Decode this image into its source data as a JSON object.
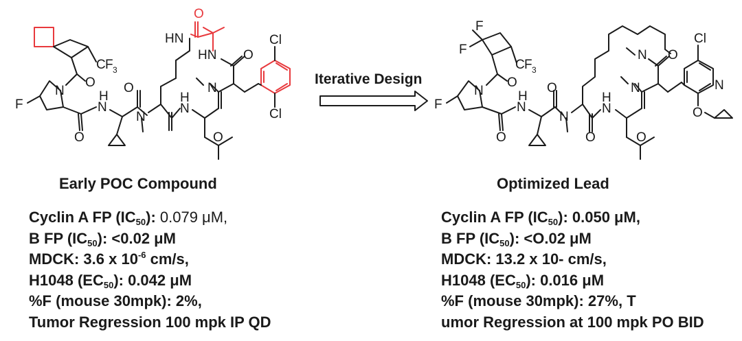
{
  "arrow": {
    "label": "Iterative Design"
  },
  "compounds": [
    {
      "caption": "Early POC Compound",
      "props": {
        "cyclin_a_label": "Cyclin A FP (IC",
        "ic_sub": "50",
        "cyclin_a_tail": "): ",
        "cyclin_a_value": "0.079 μM,",
        "cyclin_b_label": "B FP (IC",
        "cyclin_b_tail": "): <0.02 μM",
        "mdck_label": "MDCK: 3.6 x 10",
        "mdck_exp": "-6",
        "mdck_tail": " cm/s,",
        "h1048_label": "H1048 (EC",
        "ec_sub": "50",
        "h1048_tail": "): 0.042 μM",
        "bioavail": "%F (mouse 30mpk): 2%,",
        "tumor": "Tumor Regression 100 mpk IP QD"
      }
    },
    {
      "caption": "Optimized Lead",
      "props": {
        "cyclin_a_label": "Cyclin A FP (IC",
        "ic_sub": "50",
        "cyclin_a_tail": "): 0.050 μM,",
        "cyclin_b_label": "B FP (IC",
        "cyclin_b_tail": "): <O.02 μM",
        "mdck": "MDCK: 13.2 x 10- cm/s,",
        "h1048_label": "H1048 (EC",
        "ec_sub": "50",
        "h1048_tail": "): 0.016 μM",
        "bioavail": "%F (mouse 30mpk): 27%, T",
        "tumor": "umor Regression at 100 mpk PO BID"
      }
    }
  ],
  "atoms": {
    "o": "O",
    "n": "N",
    "h": "H",
    "f": "F",
    "cl": "Cl",
    "c": "C",
    "f3": "F",
    "three": "3",
    "hn": "HN",
    "nh": "NH",
    "hn_n": "N",
    "h_n": "H"
  },
  "colors": {
    "highlight": "#e8393d",
    "ink": "#1a1a1a"
  }
}
